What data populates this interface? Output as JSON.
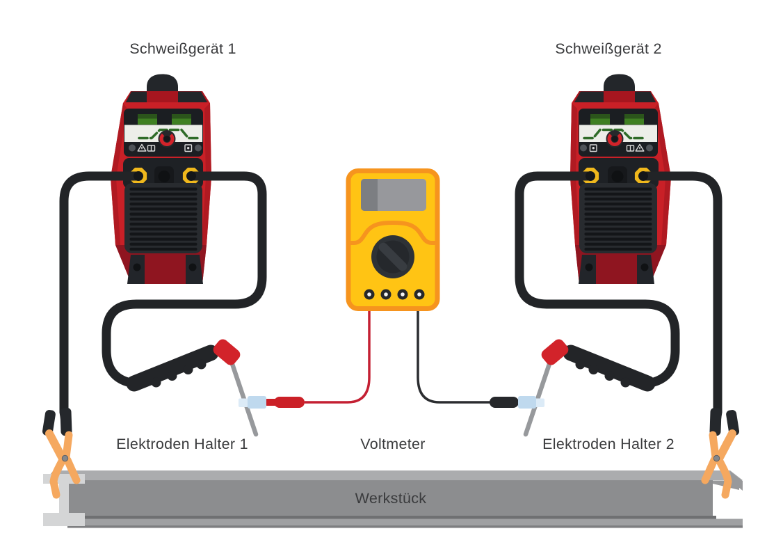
{
  "diagram": {
    "type": "welding-voltage-measurement-schematic",
    "labels": {
      "machine1": "Schweißgerät 1",
      "machine2": "Schweißgerät 2",
      "holder1": "Elektroden Halter 1",
      "voltmeter": "Voltmeter",
      "holder2": "Elektroden Halter 2",
      "workpiece": "Werkstück"
    },
    "icons": [
      "carry-handle-icon",
      "warning-icon",
      "manual-icon",
      "mode-box-icon",
      "power-knob-icon",
      "rotary-dial-icon",
      "vent-grille-icon",
      "alligator-clip-icon",
      "electrode-holder-icon",
      "probe-icon"
    ],
    "colors": {
      "machine_red": "#c92027",
      "machine_red_dark": "#a6161f",
      "machine_red_bottom": "#8f1520",
      "machine_red_bevel": "#b01a22",
      "chassis_black": "#23262a",
      "panel_black": "#1b1e22",
      "display_green_dark": "#2b541b",
      "display_green": "#3f7f22",
      "screen_white": "#edeee9",
      "waveform_green": "#2f6b28",
      "knob_black": "#26282b",
      "knob_red": "#d2232a",
      "button_gray": "#4f5358",
      "connector_black": "#1e2125",
      "vent_black": "#282b2f",
      "vent_slat": "#131518",
      "socket_yellow": "#f0b81c",
      "socket_hole": "#141619",
      "cable_black": "#222427",
      "clamp_orange": "#f5a85f",
      "clamp_handle": "#25282c",
      "pivot_gray": "#85878b",
      "holder_black": "#232528",
      "holder_head_red": "#d2232a",
      "rod_gray": "#97999c",
      "clip_blue": "#bfd9ee",
      "clip_blue_light": "#dcebf7",
      "lead_red": "#c42033",
      "lead_black": "#2b2d30",
      "probe_red": "#cb2027",
      "probe_black": "#26282b",
      "volt_yellow": "#ffc414",
      "volt_orange": "#f6941e",
      "volt_display": "#97989c",
      "volt_display_dark": "#7c7e82",
      "dial_dark": "#2e3236",
      "dial_inner": "#25282c",
      "dial_bar": "#383c41",
      "port_black": "#26282b",
      "beam_top": "#abacae",
      "beam_web": "#8c8d8f",
      "beam_flange": "#9fa0a2",
      "beam_shadow": "#6f7072",
      "beam_endcap": "#d4d5d6",
      "beam_end_face": "#98999b",
      "label_color": "#3a3b3d"
    }
  }
}
